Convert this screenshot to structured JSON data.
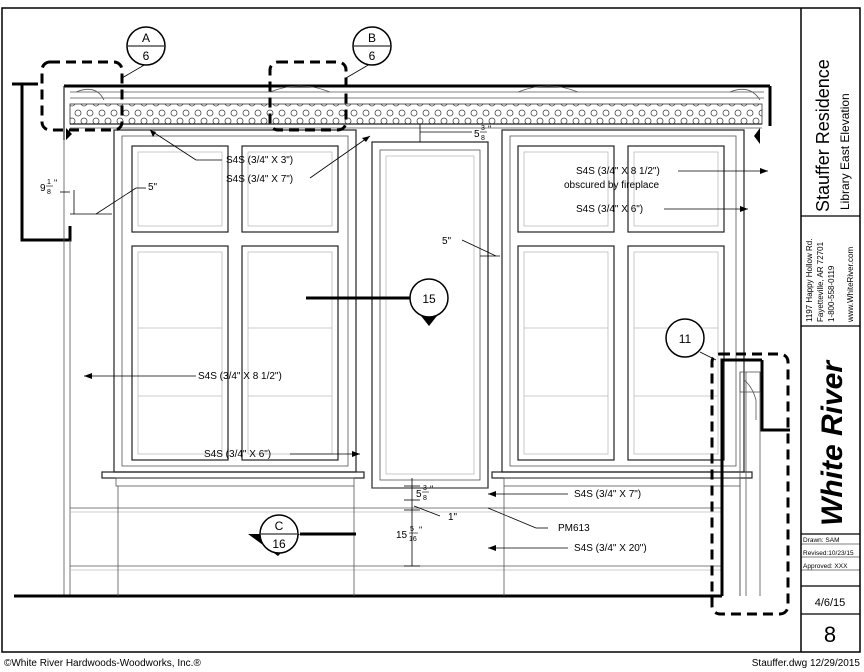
{
  "title_block": {
    "project": "Stauffer Residence",
    "sheet_title": "Library East Elevation",
    "address_line1": "1197 Happy Hollow Rd.",
    "address_line2": "Fayetteville, AR 72701",
    "phone": "1-800-558-0119",
    "website": "www.WhiteRiver.com",
    "logo_text": "White River",
    "drawn": "Drawn:    SAM",
    "revised": "Revised:10/23/15",
    "approved": "Approved:  XXX",
    "date": "4/6/15",
    "sheet_number": "8"
  },
  "footer": {
    "copyright": "©White River Hardwoods-Woodworks, Inc.®",
    "file_stamp": "Stauffer.dwg 12/29/2015"
  },
  "callouts": {
    "a": {
      "letter": "A",
      "sheet": "6"
    },
    "b": {
      "letter": "B",
      "sheet": "6"
    },
    "c": {
      "letter": "C",
      "sheet": "16"
    },
    "section15": "15",
    "detail11": "11"
  },
  "labels": {
    "s4s_3x3": "S4S (3/4\" X 3\")",
    "s4s_3x7_upper": "S4S (3/4\" X 7\")",
    "s4s_8half_right": "S4S (3/4\" X 8 1/2\")",
    "obscured": "obscured by fireplace",
    "s4s_6_right": "S4S (3/4\" X 6\")",
    "s4s_8half_left": "S4S (3/4\" X 8 1/2\")",
    "s4s_6_left": "S4S (3/4\" X 6\")",
    "s4s_7_lower": "S4S (3/4\" X 7\")",
    "pm613": "PM613",
    "s4s_20": "S4S (3/4\" X 20\")"
  },
  "dimensions": {
    "d_9_1_8_whole": "9",
    "d_9_1_8_num": "1",
    "d_9_1_8_den": "8",
    "d_9_1_8_mark": "\"",
    "d_5_left": "5\"",
    "d_5_center": "5\"",
    "d_5_3_8_top_whole": "5",
    "d_5_3_8_top_num": "3",
    "d_5_3_8_top_den": "8",
    "d_5_3_8_top_mark": "\"",
    "d_5_3_8_bot_whole": "5",
    "d_5_3_8_bot_num": "3",
    "d_5_3_8_bot_den": "8",
    "d_5_3_8_bot_mark": "\"",
    "d_1": "1\"",
    "d_15_5_16_whole": "15",
    "d_15_5_16_num": "5",
    "d_15_5_16_den": "16",
    "d_15_5_16_mark": "\""
  }
}
